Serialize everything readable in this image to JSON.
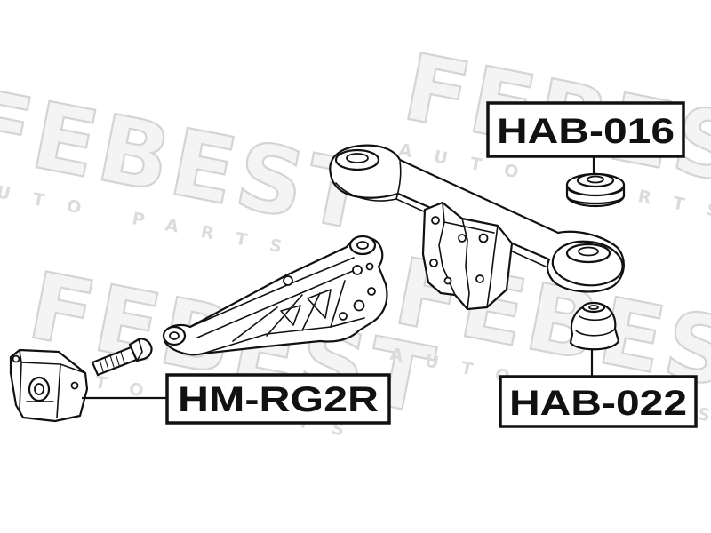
{
  "watermark": {
    "brand": "FEBEST",
    "tagline": "AUTO PARTS"
  },
  "labels": {
    "hab_016": "HAB-016",
    "hab_022": "HAB-022",
    "hm_rg2r": "HM-RG2R"
  }
}
